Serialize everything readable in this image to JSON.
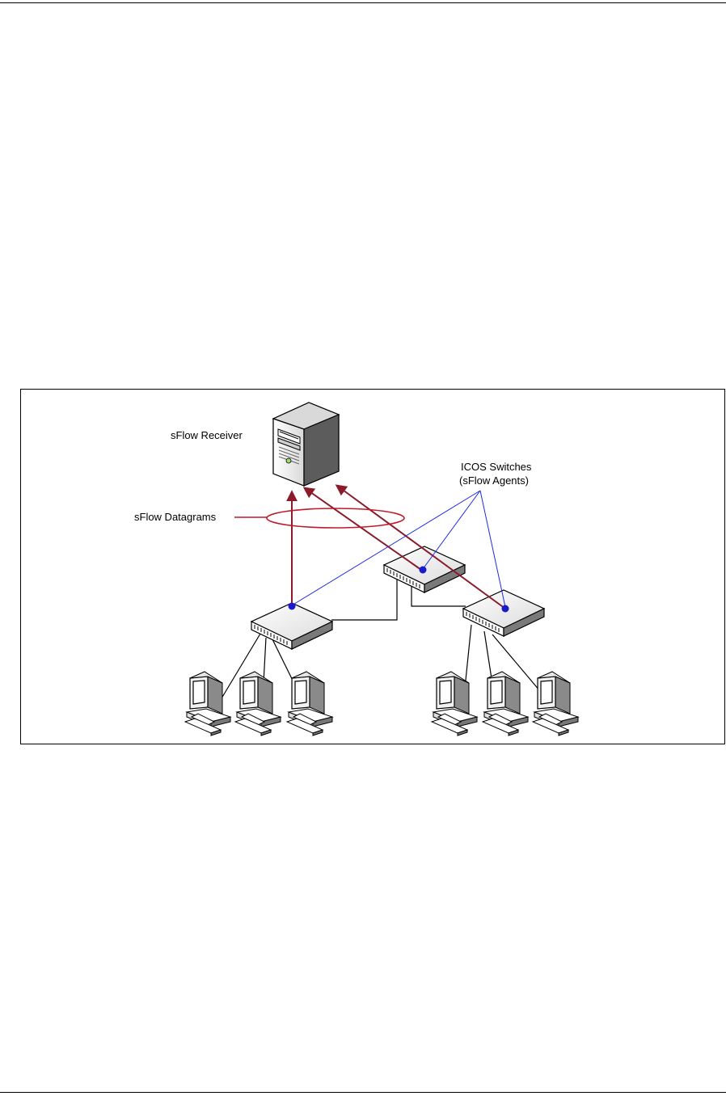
{
  "diagram": {
    "labels": {
      "receiver": "sFlow Receiver",
      "datagrams": "sFlow Datagrams",
      "switches_line1": "ICOS Switches",
      "switches_line2": "(sFlow Agents)"
    },
    "colors": {
      "datagram_arrow": "#8b1a2b",
      "agent_line": "#1f2be0",
      "agent_dot": "#1a1acc",
      "link": "#000000"
    },
    "icons": [
      "server-icon",
      "switch-icon",
      "workstation-icon"
    ]
  }
}
